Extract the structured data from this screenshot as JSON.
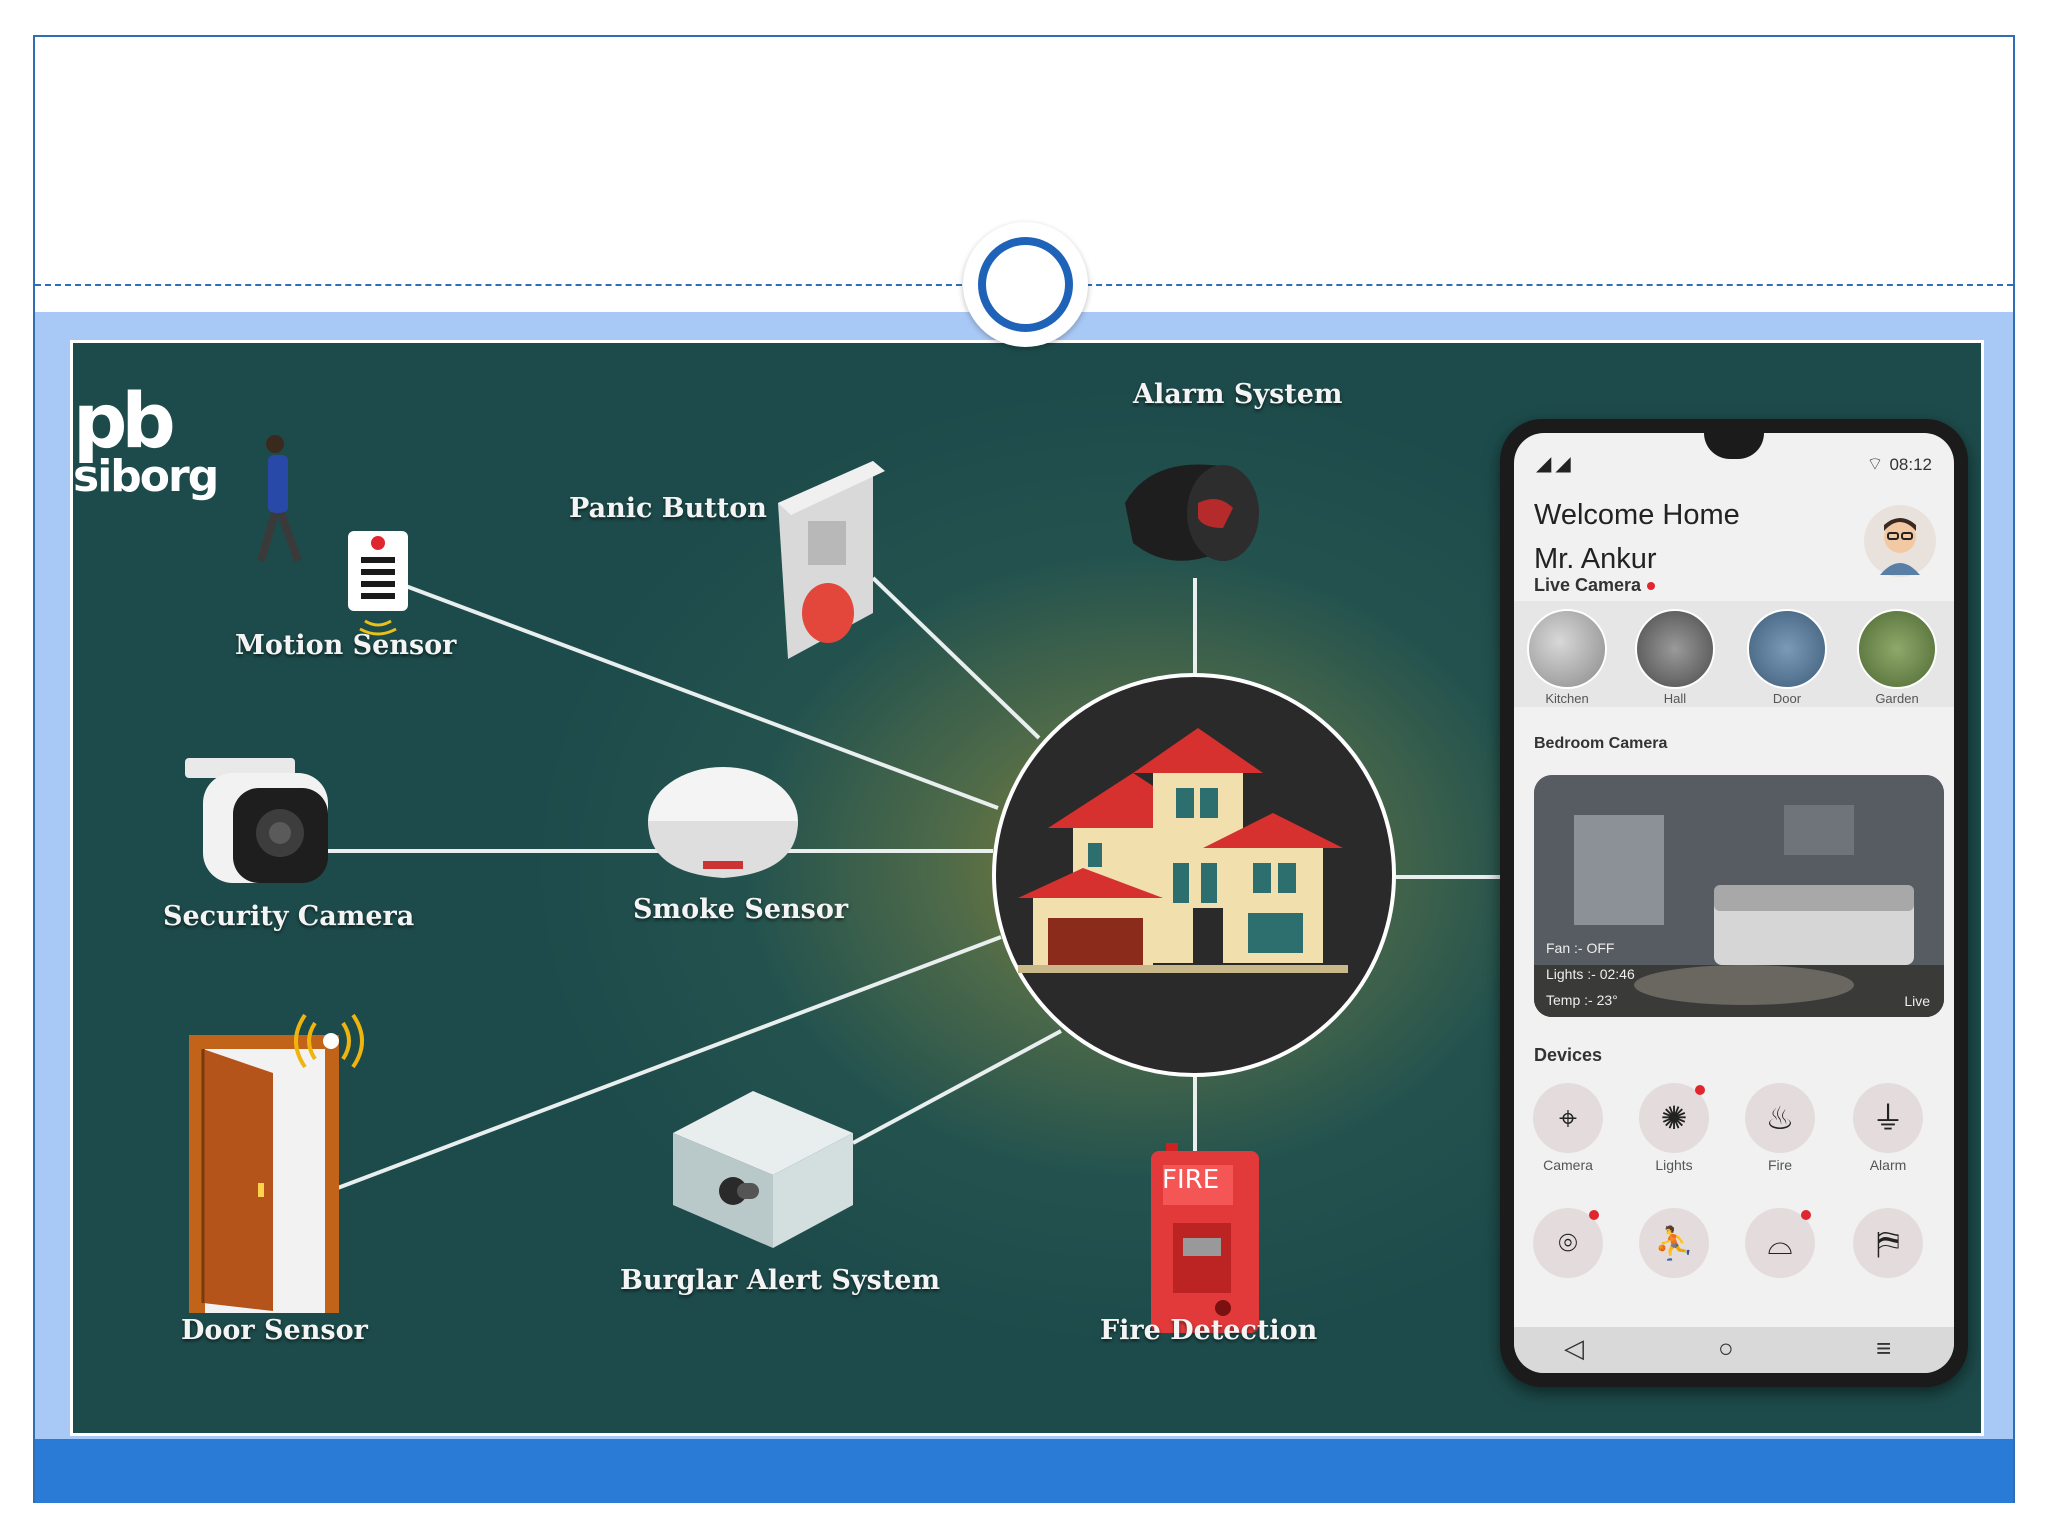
{
  "diagram": {
    "logo": {
      "mark": "pb",
      "text": "siborg"
    },
    "hub": {
      "name": "home-hub"
    },
    "devices": [
      {
        "id": "motion",
        "label": "Motion Sensor"
      },
      {
        "id": "panic",
        "label": "Panic Button"
      },
      {
        "id": "alarm",
        "label": "Alarm System"
      },
      {
        "id": "camera",
        "label": "Security Camera"
      },
      {
        "id": "smoke",
        "label": "Smoke Sensor"
      },
      {
        "id": "door",
        "label": "Door Sensor"
      },
      {
        "id": "burglar",
        "label": "Burglar Alert System"
      },
      {
        "id": "fire",
        "label": "Fire Detection"
      }
    ],
    "fire_sign": "FIRE"
  },
  "phone": {
    "time": "08:12",
    "welcome_line1": "Welcome Home",
    "welcome_line2": "Mr. Ankur",
    "live_camera_title": "Live Camera",
    "live_cameras": [
      "Kitchen",
      "Hall",
      "Door",
      "Garden"
    ],
    "bedroom_title": "Bedroom Camera",
    "bedroom_stats": {
      "fan": "Fan :- OFF",
      "lights": "Lights :- 02:46",
      "temp": "Temp :- 23°"
    },
    "bedroom_live": "Live",
    "devices_title": "Devices",
    "devices": [
      "Camera",
      "Lights",
      "Fire",
      "Alarm"
    ]
  },
  "colors": {
    "accent_blue": "#2a7bd6",
    "frame_blue": "#2f6db5",
    "panel_teal": "#1d4b4b",
    "alert_red": "#e0262e"
  }
}
